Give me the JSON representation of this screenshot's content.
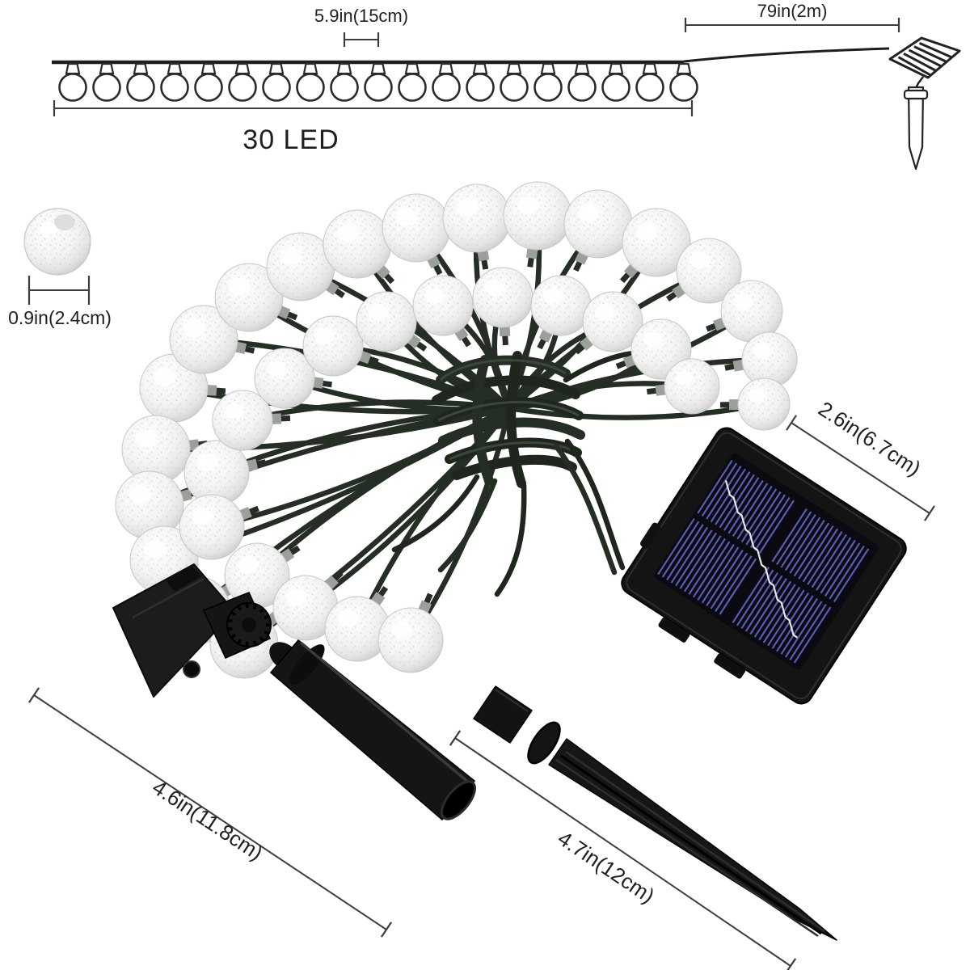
{
  "product_diagram": {
    "string_drawing": {
      "spacing_label": "5.9in(15cm)",
      "cable_label": "79in(2m)",
      "count_label": "30 LED",
      "bulbs_drawn": 19
    },
    "bulb_detail": {
      "diameter_label": "0.9in(2.4cm)"
    },
    "solar_panel": {
      "width_label": "2.6in(6.7cm)"
    },
    "mount_pole": {
      "length_label": "4.6in(11.8cm)"
    },
    "ground_stake": {
      "length_label": "4.7in(12cm)"
    },
    "colors": {
      "ink": "#1f1f1f",
      "line_art": "#2b2b2b",
      "dimension": "#3d3d3d",
      "wire": "#252e25",
      "wire_highlight": "#3c473c",
      "cap_silver": "#9ba09b",
      "panel_stripe": "#585cb5",
      "plastic": "#161616",
      "background": "#ffffff"
    }
  }
}
